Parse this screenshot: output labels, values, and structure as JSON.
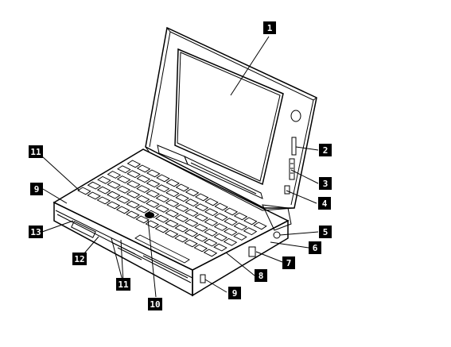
{
  "figure": {
    "description_visible_text": "",
    "colors": {
      "ink": "#000000",
      "paper": "#ffffff"
    }
  },
  "callouts": [
    {
      "id": "c1",
      "label": "1"
    },
    {
      "id": "c2",
      "label": "2"
    },
    {
      "id": "c3",
      "label": "3"
    },
    {
      "id": "c4",
      "label": "4"
    },
    {
      "id": "c5",
      "label": "5"
    },
    {
      "id": "c6",
      "label": "6"
    },
    {
      "id": "c7",
      "label": "7"
    },
    {
      "id": "c8",
      "label": "8"
    },
    {
      "id": "c9a",
      "label": "9"
    },
    {
      "id": "c9b",
      "label": "9"
    },
    {
      "id": "c10",
      "label": "10"
    },
    {
      "id": "c11a",
      "label": "11"
    },
    {
      "id": "c11b",
      "label": "11"
    },
    {
      "id": "c12",
      "label": "12"
    },
    {
      "id": "c13",
      "label": "13"
    }
  ]
}
